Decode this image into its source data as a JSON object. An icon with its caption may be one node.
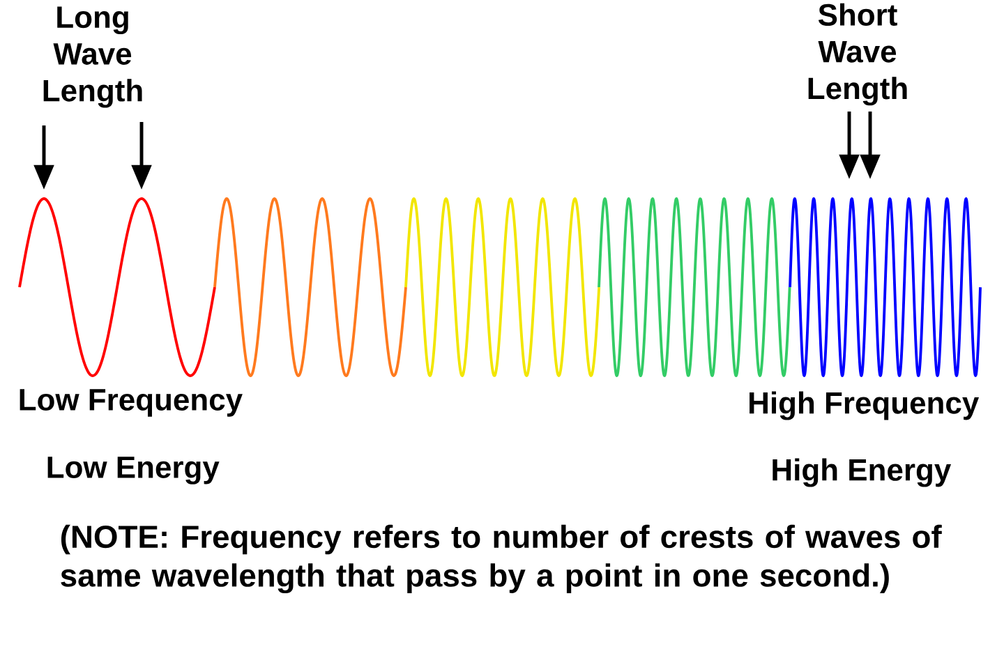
{
  "diagram": {
    "caption": "(NOTE: Frequency refers to number of crests of waves of same wavelength that pass by a point in one second.)",
    "labels": [
      "Long Wave Length",
      "Short Wave Length",
      "Low Frequency",
      "High Frequency",
      "Low Energy",
      "High Energy"
    ]
  }
}
